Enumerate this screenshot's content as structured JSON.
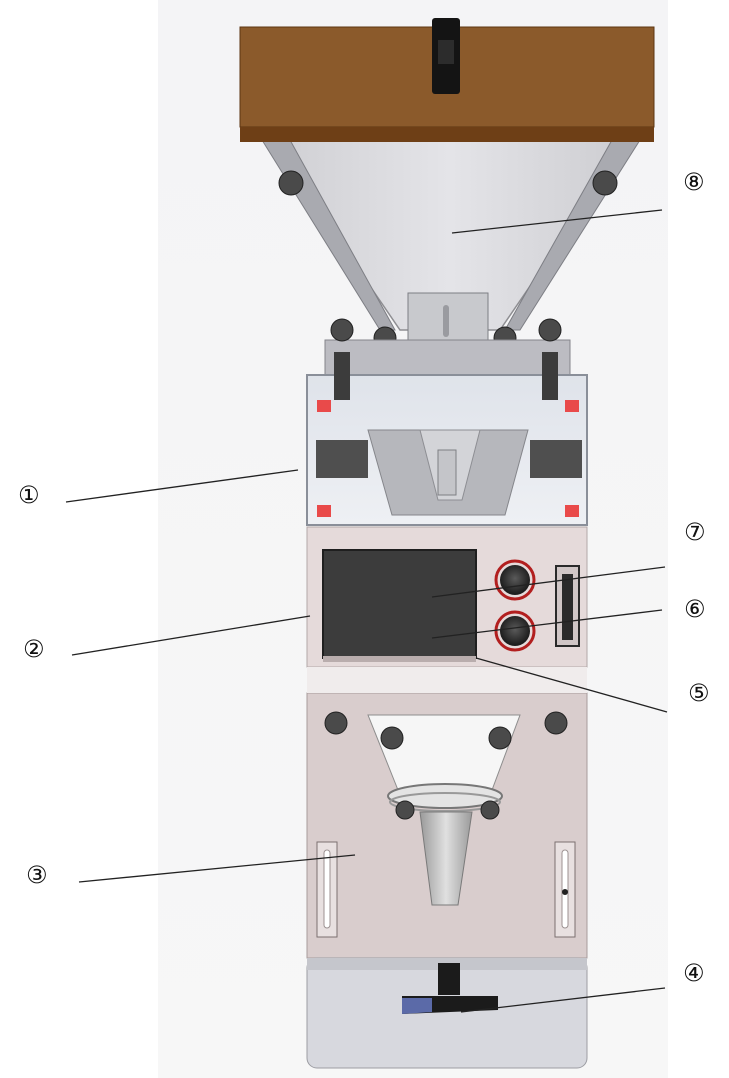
{
  "colors": {
    "hopper_lid": "#8b5a2b",
    "hopper_lid_edge": "#6e3f16",
    "body_panel": "#e5dada",
    "lower_panel": "#d9cdcd",
    "display_screen": "#3c3c3c",
    "knob_ring": "#b21f1f",
    "indicator_red": "#e94a4a",
    "leader_line": "#222222"
  },
  "callouts": [
    {
      "number": "①",
      "part": "transparent-cover"
    },
    {
      "number": "②",
      "part": "display-screen"
    },
    {
      "number": "③",
      "part": "lower-panel"
    },
    {
      "number": "④",
      "part": "handle"
    },
    {
      "number": "⑤",
      "part": "screen-frame"
    },
    {
      "number": "⑥",
      "part": "lower-knob"
    },
    {
      "number": "⑦",
      "part": "upper-knob"
    },
    {
      "number": "⑧",
      "part": "hopper"
    }
  ]
}
